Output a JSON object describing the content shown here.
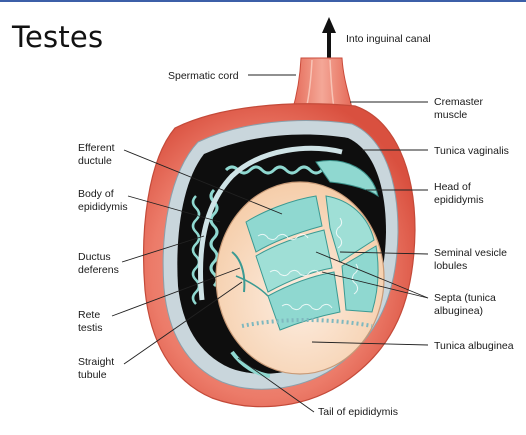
{
  "slide": {
    "title": "Testes"
  },
  "diagram": {
    "labels": {
      "into_inguinal_canal": "Into inguinal canal",
      "spermatic_cord": "Spermatic cord",
      "cremaster_muscle": [
        "Cremaster",
        "muscle"
      ],
      "tunica_vaginalis": "Tunica vaginalis",
      "head_of_epididymis": [
        "Head of",
        "epididymis"
      ],
      "efferent_ductule": [
        "Efferent",
        "ductule"
      ],
      "body_of_epididymis": [
        "Body of",
        "epididymis"
      ],
      "ductus_deferens": [
        "Ductus",
        "deferens"
      ],
      "seminal_vesicle_lobules": [
        "Seminal vesicle",
        "lobules"
      ],
      "rete_testis": [
        "Rete",
        "testis"
      ],
      "septa": [
        "Septa (tunica",
        "albuginea)"
      ],
      "straight_tubule": [
        "Straight",
        "tubule"
      ],
      "tunica_albuginea": "Tunica albuginea",
      "tail_of_epididymis": "Tail of epididymis"
    },
    "colors": {
      "cremaster": "#e8685a",
      "cremaster_light": "#f3a08f",
      "vaginalis": "#b9cad2",
      "cavity": "#0d0d0d",
      "tubule": "#8fd8d0",
      "albuginea": "#f6d2b4",
      "inner": "#fbe7d6",
      "arrow": "#111111"
    }
  }
}
